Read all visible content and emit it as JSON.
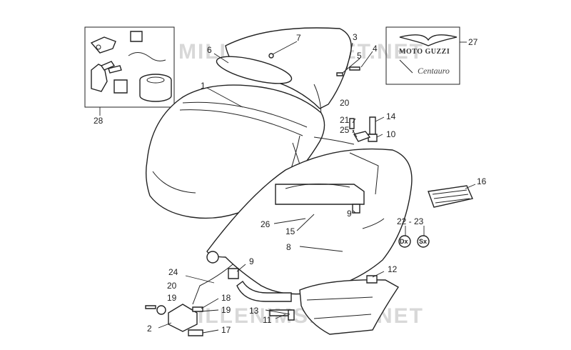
{
  "watermark": "MILLENIMSHEET.NET",
  "brand": {
    "logo_text": "MOTO GUZZI",
    "script_text": "Centauro"
  },
  "badges": {
    "dx": "Dx",
    "sx": "Sx"
  },
  "callouts": {
    "c1": "1",
    "c2": "2",
    "c3": "3",
    "c4": "4",
    "c5": "5",
    "c6": "6",
    "c7": "7",
    "c8": "8",
    "c9a": "9",
    "c9b": "9",
    "c10": "10",
    "c11": "11",
    "c12": "12",
    "c13": "13",
    "c14": "14",
    "c15": "15",
    "c16": "16",
    "c17": "17",
    "c18": "18",
    "c19a": "19",
    "c19b": "19",
    "c20a": "20",
    "c20b": "20",
    "c21": "21",
    "c22_23": "22 - 23",
    "c24": "24",
    "c25": "25",
    "c26": "26",
    "c27": "27",
    "c28": "28"
  },
  "colors": {
    "line": "#222222",
    "watermark": "#d8d8d8",
    "background": "#ffffff"
  }
}
